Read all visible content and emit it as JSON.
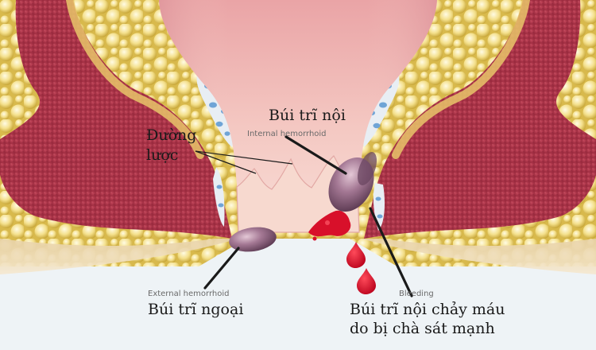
{
  "labels": {
    "dentate_line": {
      "vi_line1": "Đường",
      "vi_line2": "lược"
    },
    "internal_hemorrhoid": {
      "vi": "Búi trĩ nội",
      "en": "Internal hemorrhoid"
    },
    "external_hemorrhoid": {
      "vi": "Búi trĩ ngoại",
      "en": "External hemorrhoid"
    },
    "bleeding": {
      "vi_line1": "Búi trĩ nội chảy máu",
      "vi_line2": "do bị chà sát mạnh",
      "en": "Bleeding"
    }
  },
  "colors": {
    "background": "#eef3f6",
    "fat": "#f0d878",
    "muscle": "#b0364a",
    "mucosa": "#f2c2bc",
    "hemorrhoid": "#8e6480",
    "blood": "#d8102a",
    "vessel": "#7fb2de"
  }
}
